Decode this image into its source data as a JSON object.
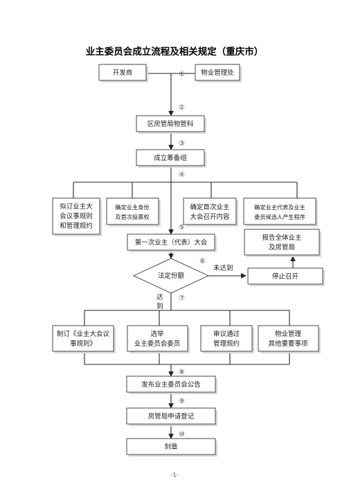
{
  "title": "业主委员会成立流程及相关规定（重庆市）",
  "nodes": {
    "developer": "开发商",
    "property_mgmt": "物业管理处",
    "district_bureau": "区房管局物管科",
    "prep_group": "成立筹备组",
    "draft_rules": [
      "拟订业主大",
      "会议事规则",
      "和管理规约"
    ],
    "confirm_identity": [
      "确定业主身份",
      "及首次投票权"
    ],
    "confirm_first_meeting": [
      "确定首次业主",
      "大会召开内容"
    ],
    "confirm_rep_procedure": [
      "确定业主代表及业主",
      "委员候选人产生程序"
    ],
    "first_meeting": "第一次业主（代表）大会",
    "report_all": [
      "报告全体业主",
      "及房管局"
    ],
    "quorum": "法定份额",
    "stop_meeting": "停止召开",
    "make_rules": [
      "制订《业主大会议",
      "事规则》"
    ],
    "elect": [
      "选举",
      "业主委员会委员"
    ],
    "approve": [
      "审议通过",
      "管理规约"
    ],
    "property_matters": [
      "物业管理",
      "其他重要事项"
    ],
    "announce": "发布业主委员会公告",
    "register": "房管局申请登记",
    "seal": "刻章"
  },
  "labels": {
    "not_reached": "未达到",
    "reached": [
      "达",
      "到"
    ]
  },
  "step_numbers": [
    "①",
    "②",
    "③",
    "④",
    "⑤",
    "⑥",
    "⑦",
    "⑧",
    "⑨",
    "⑩"
  ],
  "page_number": "-1-"
}
